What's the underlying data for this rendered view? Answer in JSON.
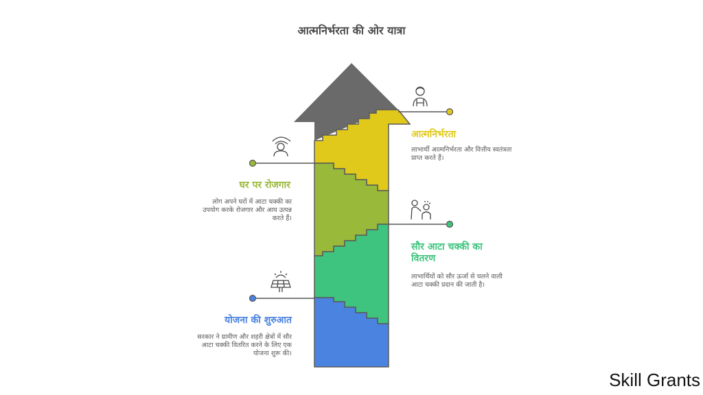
{
  "title": "आत्मनिर्भरता की ओर यात्रा",
  "colors": {
    "arrow_head": "#6a6a6a",
    "step1": "#4b83e0",
    "step2": "#3ec47e",
    "step3": "#99b93b",
    "step4": "#e0c91a",
    "connector": "#555555"
  },
  "steps": [
    {
      "id": "step-1",
      "title": "योजना की शुरुआत",
      "description": "सरकार ने ग्रामीण और शहरी क्षेत्रों में सौर आटा चक्की वितरित करने के लिए एक योजना शुरू की।",
      "icon": "solar-panel-icon",
      "side": "left",
      "color": "#4b83e0"
    },
    {
      "id": "step-2",
      "title": "सौर आटा चक्की का वितरण",
      "description": "लाभार्थियों को सौर ऊर्जा से चलने वाली आटा चक्की प्रदान की जाती है।",
      "icon": "people-distribution-icon",
      "side": "right",
      "color": "#3ec47e"
    },
    {
      "id": "step-3",
      "title": "घर पर रोजगार",
      "description": "लोग अपने घरों में आटा चक्की का उपयोग करके रोजगार और आय उत्पन्न करते हैं।",
      "icon": "worker-wifi-icon",
      "side": "left",
      "color": "#99b93b"
    },
    {
      "id": "step-4",
      "title": "आत्मनिर्भरता",
      "description": "लाभार्थी आत्मनिर्भरता और वित्तीय स्वतंत्रता प्राप्त करते हैं।",
      "icon": "worker-person-icon",
      "side": "right",
      "color": "#e0c91a"
    }
  ],
  "brand": "Skill Grants"
}
